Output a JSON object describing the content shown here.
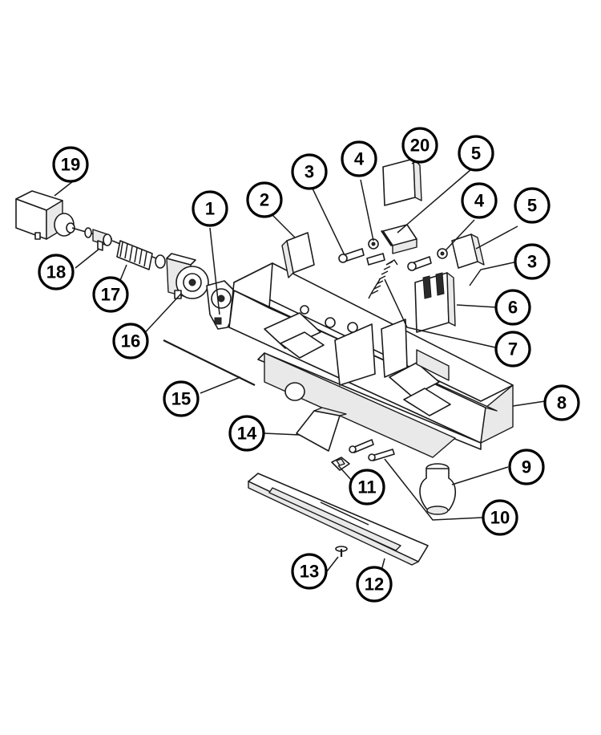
{
  "callouts": [
    {
      "id": "c1",
      "label": "1"
    },
    {
      "id": "c2",
      "label": "2"
    },
    {
      "id": "c3a",
      "label": "3"
    },
    {
      "id": "c3b",
      "label": "3"
    },
    {
      "id": "c4a",
      "label": "4"
    },
    {
      "id": "c4b",
      "label": "4"
    },
    {
      "id": "c5a",
      "label": "5"
    },
    {
      "id": "c5b",
      "label": "5"
    },
    {
      "id": "c6",
      "label": "6"
    },
    {
      "id": "c7",
      "label": "7"
    },
    {
      "id": "c8",
      "label": "8"
    },
    {
      "id": "c9",
      "label": "9"
    },
    {
      "id": "c10",
      "label": "10"
    },
    {
      "id": "c11",
      "label": "11"
    },
    {
      "id": "c12",
      "label": "12"
    },
    {
      "id": "c13",
      "label": "13"
    },
    {
      "id": "c14",
      "label": "14"
    },
    {
      "id": "c15",
      "label": "15"
    },
    {
      "id": "c16",
      "label": "16"
    },
    {
      "id": "c17",
      "label": "17"
    },
    {
      "id": "c18",
      "label": "18"
    },
    {
      "id": "c19",
      "label": "19"
    },
    {
      "id": "c20",
      "label": "20"
    }
  ]
}
